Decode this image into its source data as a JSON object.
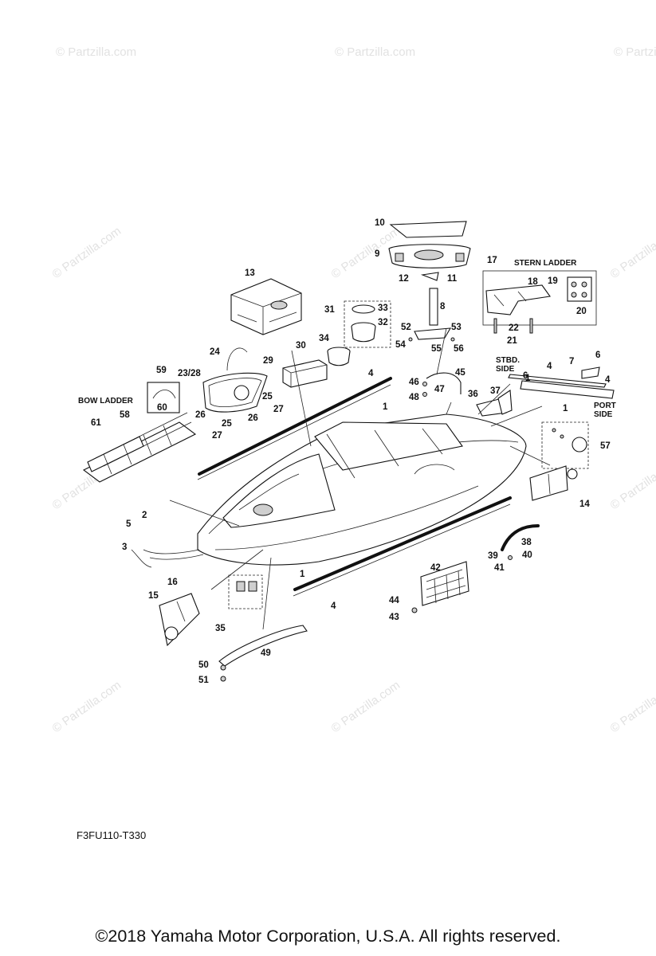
{
  "watermark": "© Partzilla.com",
  "section_labels": {
    "stern_ladder": "STERN LADDER",
    "bow_ladder": "BOW LADDER",
    "stbd_side": "STBD. SIDE",
    "port_side": "PORT SIDE"
  },
  "callouts": [
    "1",
    "1",
    "1",
    "1",
    "2",
    "3",
    "4",
    "4",
    "4",
    "4",
    "5",
    "6",
    "6",
    "7",
    "8",
    "9",
    "10",
    "11",
    "12",
    "13",
    "14",
    "15",
    "16",
    "17",
    "18",
    "19",
    "20",
    "21",
    "22",
    "23/28",
    "24",
    "25",
    "25",
    "26",
    "26",
    "27",
    "27",
    "29",
    "30",
    "31",
    "32",
    "33",
    "34",
    "35",
    "36",
    "37",
    "38",
    "39",
    "40",
    "41",
    "42",
    "43",
    "44",
    "45",
    "46",
    "47",
    "48",
    "49",
    "50",
    "51",
    "52",
    "53",
    "54",
    "55",
    "56",
    "57",
    "58",
    "59",
    "60",
    "61"
  ],
  "diagram_code": "F3FU110-T330",
  "copyright": "©2018  Yamaha Motor Corporation, U.S.A. All rights reserved."
}
